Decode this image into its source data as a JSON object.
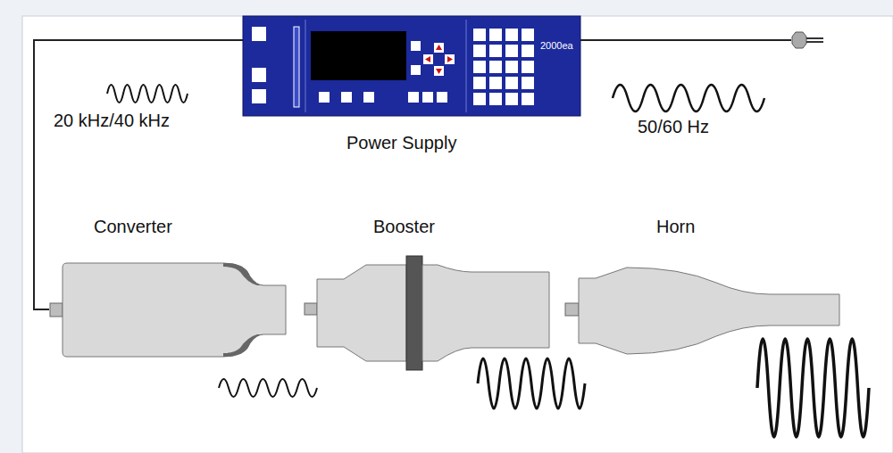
{
  "diagram": {
    "nodes": [
      {
        "text": [
          "2000ea",
          "Power Supply"
        ]
      },
      {
        "text": [
          "Converter"
        ]
      },
      {
        "text": [
          "Booster"
        ]
      },
      {
        "text": [
          "Horn"
        ]
      }
    ],
    "edges": [
      {
        "from": 0,
        "to": 1,
        "arrow": "none"
      }
    ],
    "labels": [
      "20 kHz/40 kHz",
      "50/60 Hz"
    ]
  }
}
